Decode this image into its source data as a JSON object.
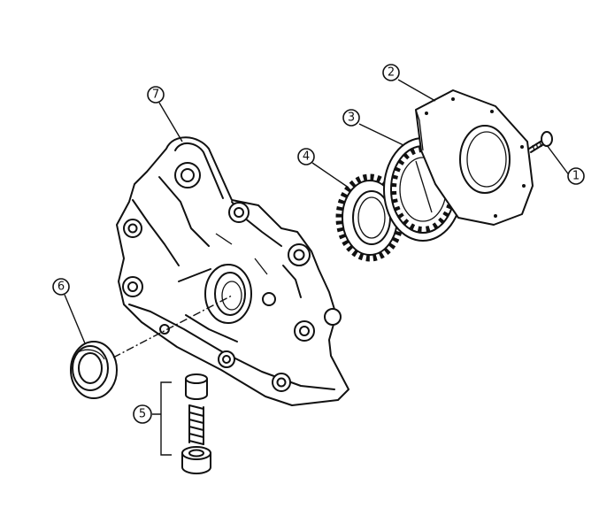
{
  "diagram": {
    "callouts": [
      {
        "id": "part-1",
        "label": "1",
        "target": "screw"
      },
      {
        "id": "part-2",
        "label": "2",
        "target": "pump-cover-plate"
      },
      {
        "id": "part-3",
        "label": "3",
        "target": "outer-rotor"
      },
      {
        "id": "part-4",
        "label": "4",
        "target": "inner-rotor"
      },
      {
        "id": "part-5",
        "label": "5",
        "target": "relief-valve-assembly"
      },
      {
        "id": "part-6",
        "label": "6",
        "target": "oil-seal"
      },
      {
        "id": "part-7",
        "label": "7",
        "target": "oil-pump-body"
      }
    ]
  }
}
